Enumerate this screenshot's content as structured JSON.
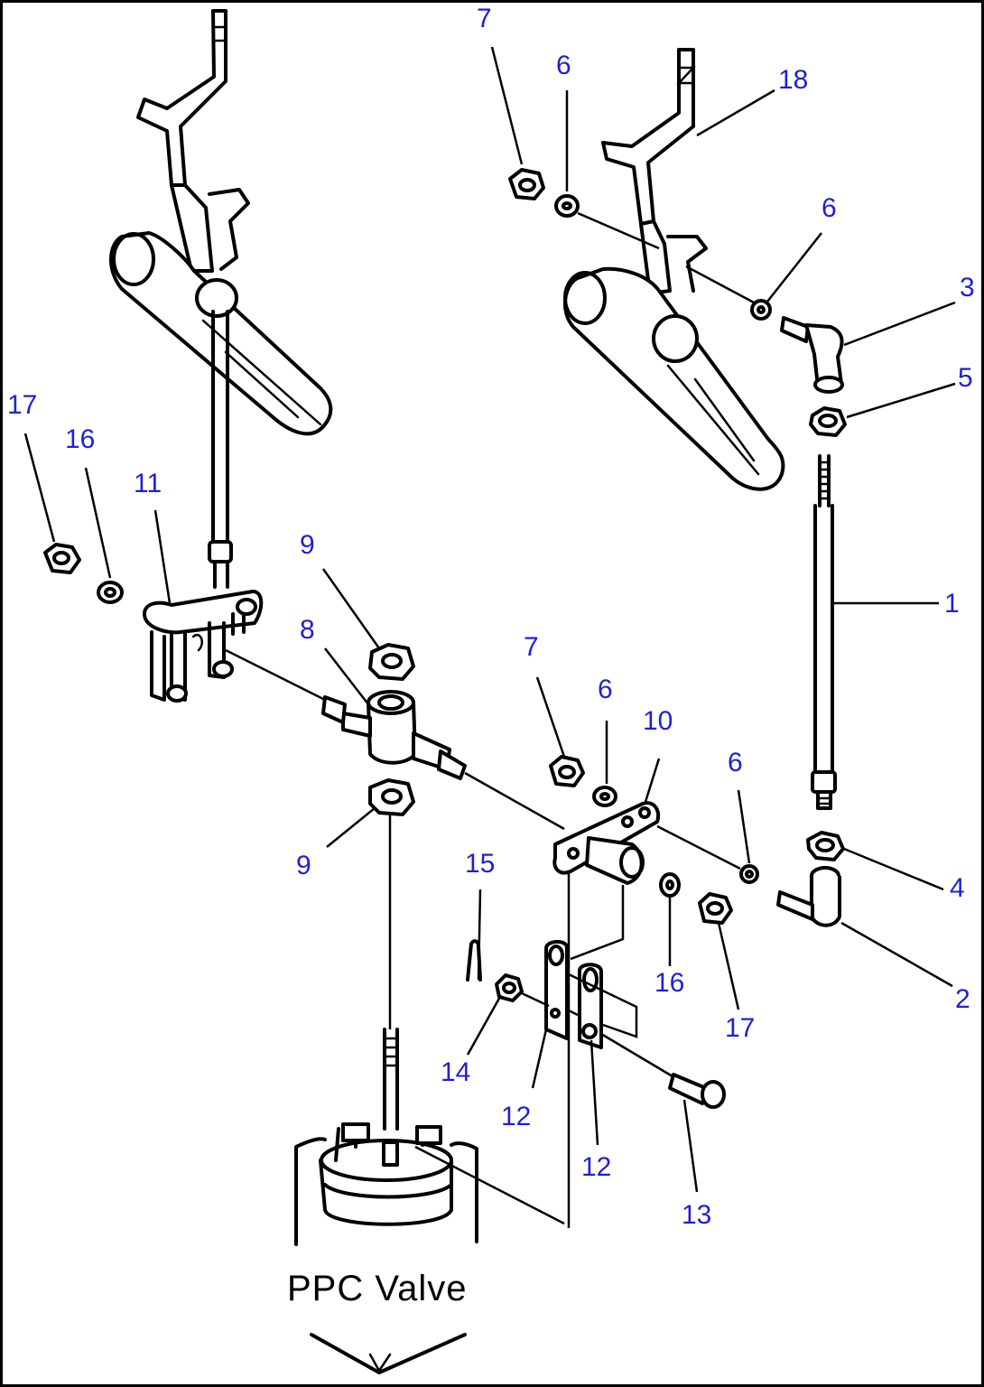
{
  "caption": "PPC Valve",
  "callouts": [
    {
      "id": "c-7a",
      "text": "7"
    },
    {
      "id": "c-6a",
      "text": "6"
    },
    {
      "id": "c-18",
      "text": "18"
    },
    {
      "id": "c-6b",
      "text": "6"
    },
    {
      "id": "c-3",
      "text": "3"
    },
    {
      "id": "c-5",
      "text": "5"
    },
    {
      "id": "c-17a",
      "text": "17"
    },
    {
      "id": "c-16a",
      "text": "16"
    },
    {
      "id": "c-11",
      "text": "11"
    },
    {
      "id": "c-9a",
      "text": "9"
    },
    {
      "id": "c-8",
      "text": "8"
    },
    {
      "id": "c-1",
      "text": "1"
    },
    {
      "id": "c-7b",
      "text": "7"
    },
    {
      "id": "c-6c",
      "text": "6"
    },
    {
      "id": "c-10",
      "text": "10"
    },
    {
      "id": "c-6d",
      "text": "6"
    },
    {
      "id": "c-9b",
      "text": "9"
    },
    {
      "id": "c-15",
      "text": "15"
    },
    {
      "id": "c-4",
      "text": "4"
    },
    {
      "id": "c-16b",
      "text": "16"
    },
    {
      "id": "c-17b",
      "text": "17"
    },
    {
      "id": "c-2",
      "text": "2"
    },
    {
      "id": "c-14",
      "text": "14"
    },
    {
      "id": "c-12a",
      "text": "12"
    },
    {
      "id": "c-12b",
      "text": "12"
    },
    {
      "id": "c-13",
      "text": "13"
    }
  ]
}
